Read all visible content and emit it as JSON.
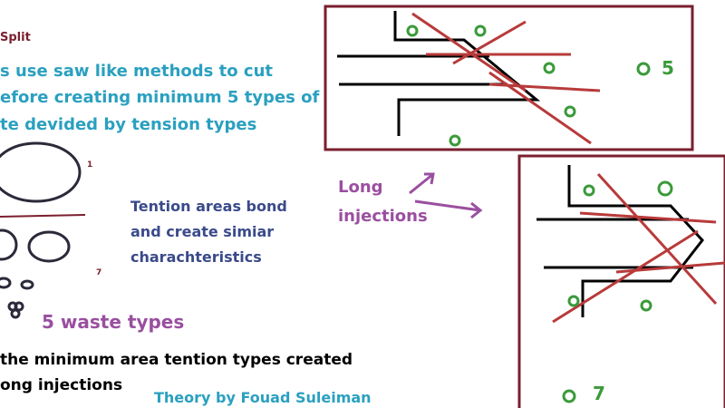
{
  "title": "Split",
  "intro_lines": [
    "s use saw like methods to cut",
    "efore creating minimum 5 types of",
    "te devided by tension types"
  ],
  "tension_lines": [
    "Tention areas bond",
    "and create simiar",
    "charachteristics"
  ],
  "waste_types": "5 waste types",
  "bottom_lines": [
    "the minimum area tention types created",
    "ong injections"
  ],
  "credit": "Theory by Fouad Suleiman",
  "long_injections_lines": [
    "Long",
    "injections"
  ],
  "labels": {
    "one": "1",
    "seven_small": "7",
    "five": "5",
    "seven": "7"
  },
  "colors": {
    "teal": "#2aa0c0",
    "navy": "#3a4a8a",
    "purple": "#9a4fa0",
    "maroon": "#7a1f2e",
    "green": "#3a9a3a",
    "red": "#b83a3a"
  }
}
